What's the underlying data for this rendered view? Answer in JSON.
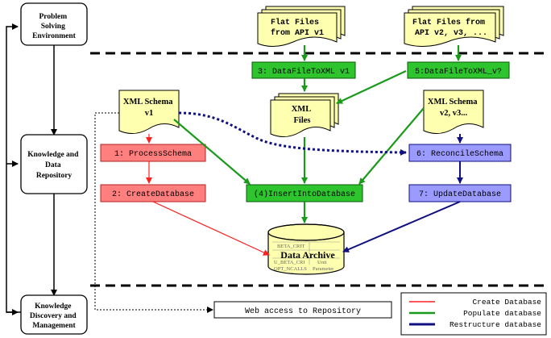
{
  "stages": {
    "problem_solving": "Problem Solving Environment",
    "knowledge_data": "Knowledge and Data Repository",
    "knowledge_discovery": "Knowledge Discovery and Management"
  },
  "docs": {
    "flat_v1": [
      "Flat Files",
      "from API v1"
    ],
    "flat_v2": [
      "Flat Files from",
      "API v2, v3, ..."
    ],
    "xml_schema_v1": [
      "XML Schema",
      "v1"
    ],
    "xml_files": [
      "XML",
      "Files"
    ],
    "xml_schema_v2": [
      "XML Schema",
      "v2, v3..."
    ]
  },
  "processes": {
    "p3": "3: DataFileToXML v1",
    "p5": "5:DataFileToXML_v?",
    "p1": "1: ProcessSchema",
    "p2": "2: CreateDatabase",
    "p4": "(4)InsertIntoDatabase",
    "p6": "6: ReconcileSchema",
    "p7": "7: UpdateDatabase"
  },
  "archive": {
    "label": "Data Archive",
    "fields": [
      "BETA_CRIT",
      "U_BETA_CRI",
      "OPT_NCALLS",
      "Unit",
      "Parameter"
    ]
  },
  "web_access": "Web access to Repository",
  "legend": [
    {
      "label": "Create Database",
      "color": "#ff2020"
    },
    {
      "label": "Populate database",
      "color": "#1a9a1a"
    },
    {
      "label": "Restructure database",
      "color": "#101080"
    }
  ],
  "colors": {
    "red_box": "#ff7f7f",
    "green_box": "#2ec42e",
    "blue_box": "#9a9aff",
    "doc_fill": "#ffffb0",
    "create": "#ff2020",
    "populate": "#1a9a1a",
    "restructure": "#101080"
  }
}
